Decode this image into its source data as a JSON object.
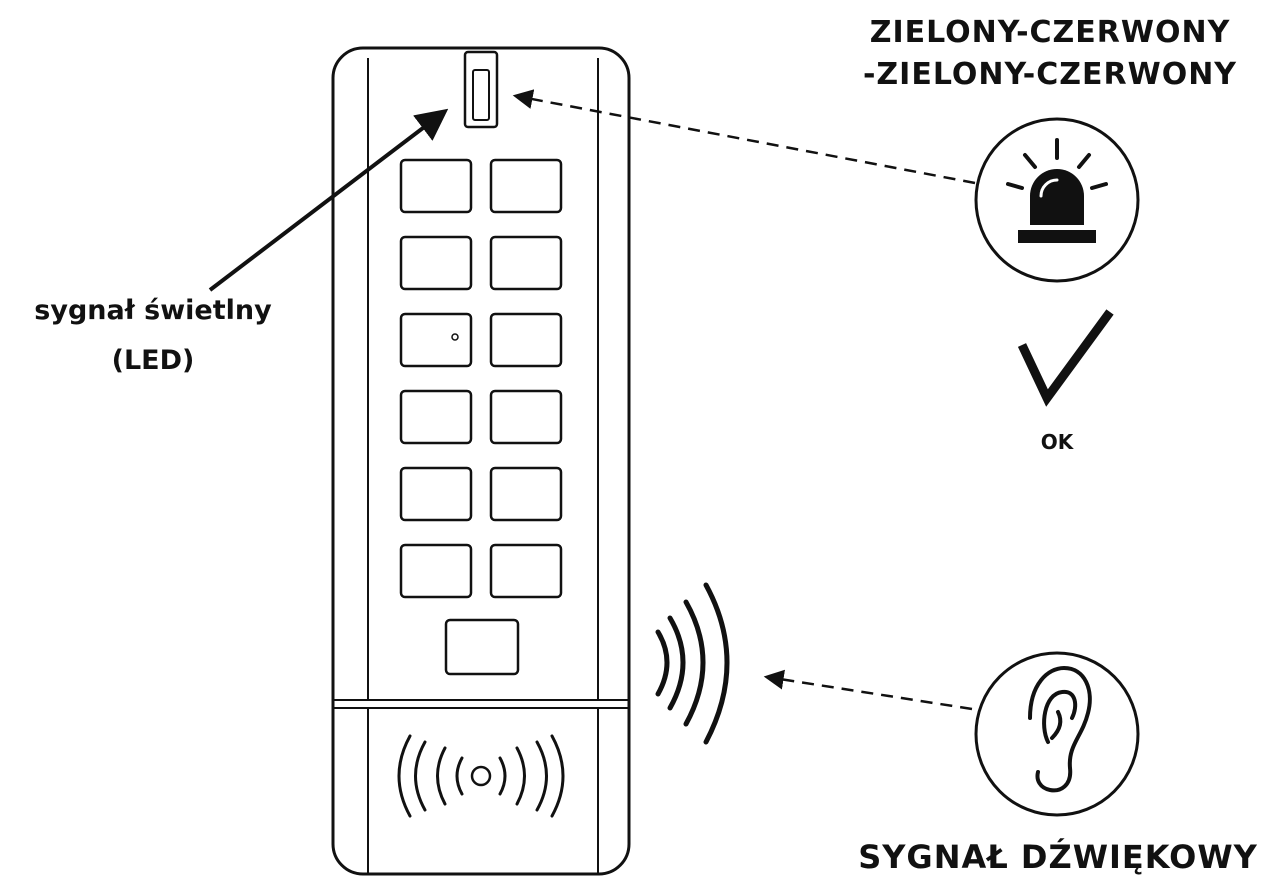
{
  "labels": {
    "led_line1": "sygnał świetlny",
    "led_line2": "(LED)",
    "sequence_line1": "ZIELONY-CZERWONY",
    "sequence_line2": "-ZIELONY-CZERWONY",
    "ok": "OK",
    "sound": "SYGNAŁ DŹWIĘKOWY"
  },
  "icons": [
    "keypad-device",
    "led-indicator",
    "keypad-button",
    "rfid-waves-icon",
    "siren-icon",
    "checkmark-icon",
    "ear-icon",
    "sound-waves-icon",
    "arrow"
  ],
  "colors": {
    "line": "#111111",
    "background": "#ffffff"
  }
}
